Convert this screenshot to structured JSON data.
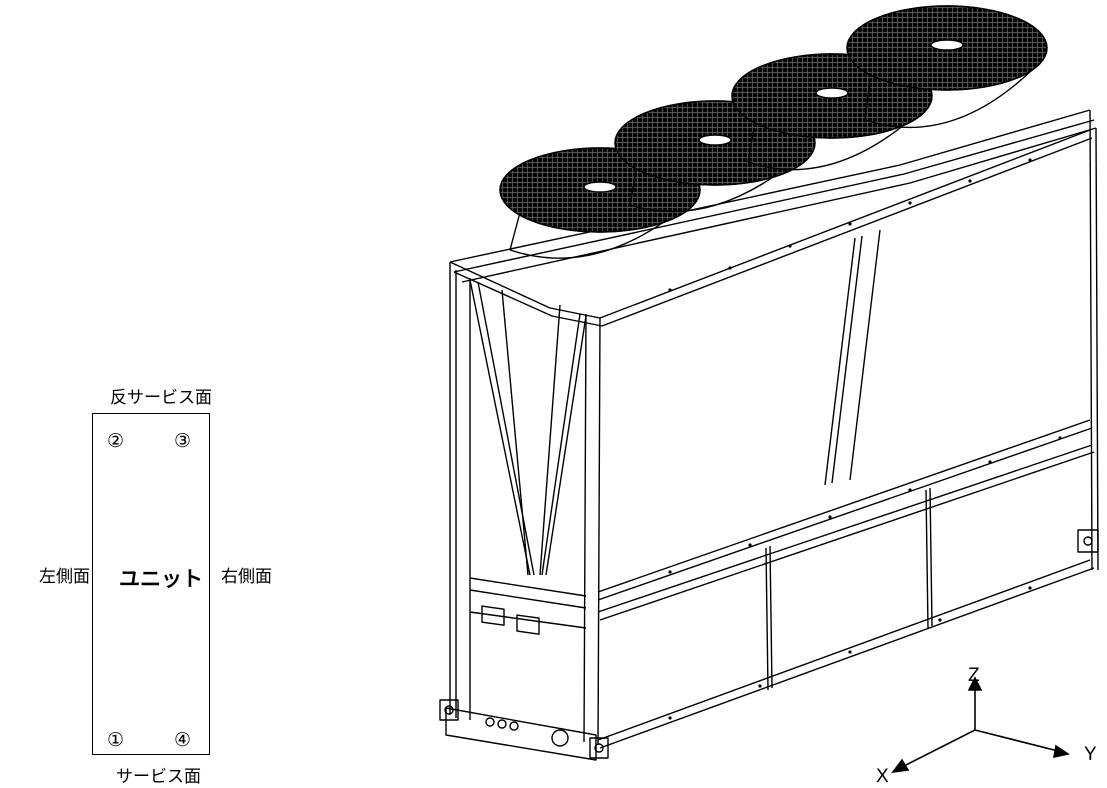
{
  "plan": {
    "top_label": "反サービス面",
    "bottom_label": "サービス面",
    "left_label": "左側面",
    "right_label": "右側面",
    "unit_label": "ユニット",
    "corners": {
      "top_left": "②",
      "top_right": "③",
      "bottom_left": "①",
      "bottom_right": "④"
    }
  },
  "axes": {
    "z": "Z",
    "x": "X",
    "y": "Y"
  },
  "colors": {
    "line": "#000000",
    "background": "#ffffff"
  }
}
